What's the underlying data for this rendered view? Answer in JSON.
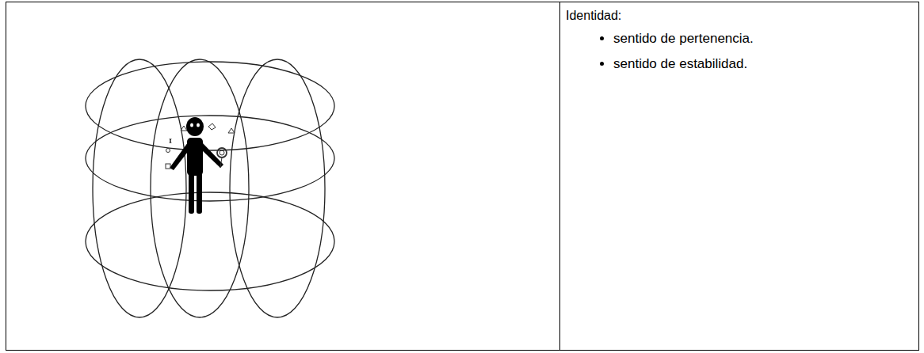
{
  "diagram": {
    "labels": [
      "Identidad:",
      "sentido de pertenencia.",
      "sentido de estabilidad."
    ]
  }
}
